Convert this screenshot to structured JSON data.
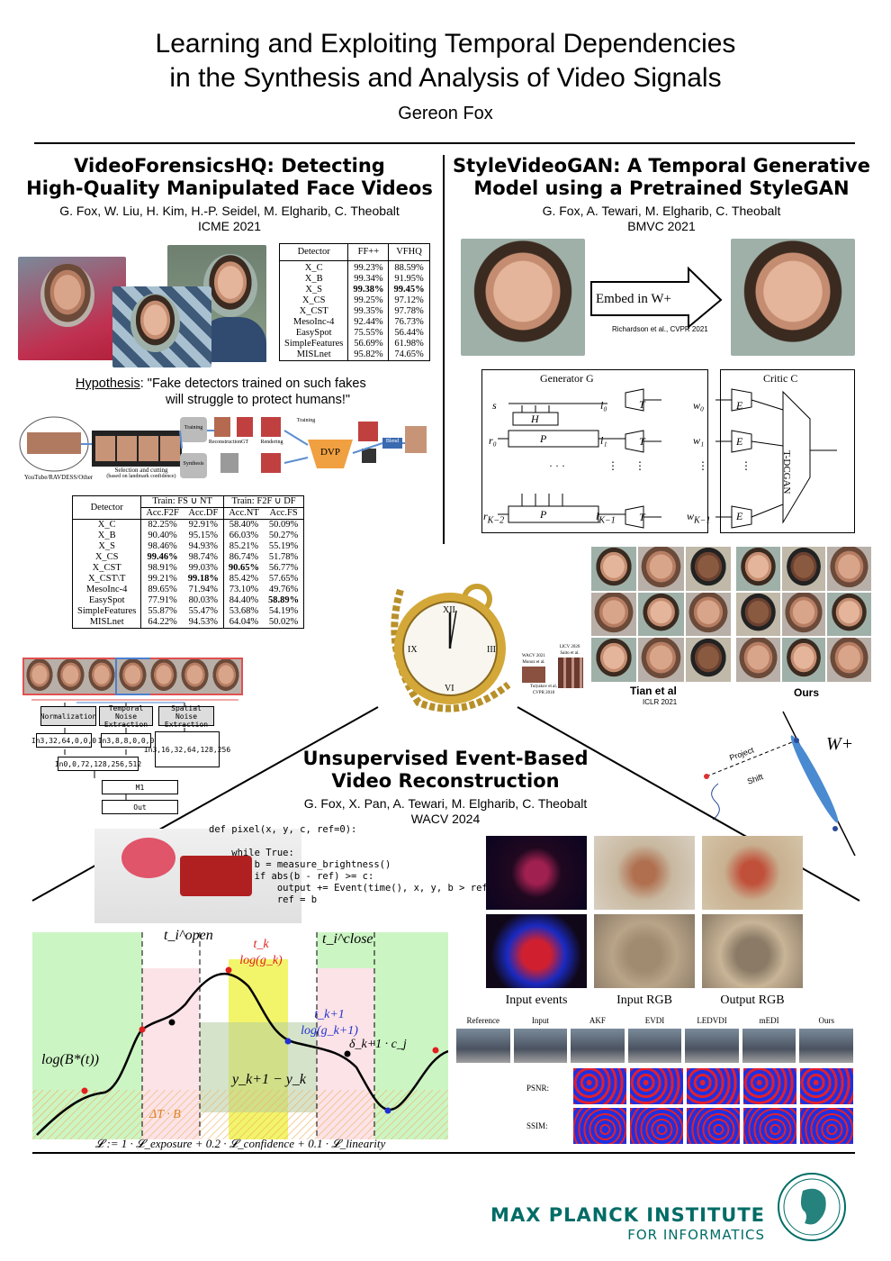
{
  "poster": {
    "title_line1": "Learning and Exploiting Temporal Dependencies",
    "title_line2": "in the Synthesis and Analysis of Video Signals",
    "author": "Gereon Fox"
  },
  "vfhq": {
    "title_line1": "VideoForensicsHQ: Detecting",
    "title_line2": "High-Quality Manipulated Face Videos",
    "authors": "G. Fox, W. Liu, H. Kim, H.-P. Seidel, M. Elgharib, C. Theobalt",
    "venue": "ICME 2021",
    "hypothesis_label": "Hypothesis",
    "hypothesis_line1": ": \"Fake detectors trained on such fakes",
    "hypothesis_line2": "will struggle to protect humans!\"",
    "table1": {
      "headers": [
        "Detector",
        "FF++",
        "VFHQ"
      ],
      "rows": [
        [
          "X_C",
          "99.23%",
          "88.59%"
        ],
        [
          "X_B",
          "99.34%",
          "91.95%"
        ],
        [
          "X_S",
          "99.38%",
          "99.45%"
        ],
        [
          "X_CS",
          "99.25%",
          "97.12%"
        ],
        [
          "X_CST",
          "99.35%",
          "97.78%"
        ],
        [
          "MesoInc-4",
          "92.44%",
          "76.73%"
        ],
        [
          "EasySpot",
          "75.55%",
          "56.44%"
        ],
        [
          "SimpleFeatures",
          "56.69%",
          "61.98%"
        ],
        [
          "MISLnet",
          "95.82%",
          "74.65%"
        ]
      ]
    },
    "table2": {
      "header_detector": "Detector",
      "group1": "Train: FS ∪ NT",
      "group2": "Train: F2F ∪ DF",
      "cols": [
        "Acc.F2F",
        "Acc.DF",
        "Acc.NT",
        "Acc.FS"
      ],
      "rows": [
        [
          "X_C",
          "82.25%",
          "92.91%",
          "58.40%",
          "50.09%"
        ],
        [
          "X_B",
          "90.40%",
          "95.15%",
          "66.03%",
          "50.27%"
        ],
        [
          "X_S",
          "98.46%",
          "94.93%",
          "85.21%",
          "55.19%"
        ],
        [
          "X_CS",
          "99.46%",
          "98.74%",
          "86.74%",
          "51.78%"
        ],
        [
          "X_CST",
          "98.91%",
          "99.03%",
          "90.65%",
          "56.77%"
        ],
        [
          "X_CST\\T",
          "99.21%",
          "99.18%",
          "85.42%",
          "57.65%"
        ],
        [
          "MesoInc-4",
          "89.65%",
          "71.94%",
          "73.10%",
          "49.76%"
        ],
        [
          "EasySpot",
          "77.91%",
          "80.03%",
          "84.40%",
          "58.89%"
        ],
        [
          "SimpleFeatures",
          "55.87%",
          "55.47%",
          "53.68%",
          "54.19%"
        ],
        [
          "MISLnet",
          "64.22%",
          "94.53%",
          "64.04%",
          "50.02%"
        ]
      ]
    },
    "pipeline": {
      "source": "YouTube/RAVDESS/Other",
      "selection": "Selection and cutting",
      "selection_sub": "(based on landmark confidence)",
      "training": "Training",
      "synthesis": "Synthesis",
      "reconstruction": "Reconstruction",
      "gt": "GT",
      "rendering": "Rendering",
      "training2": "Training",
      "dvp": "DVP",
      "blend": "Blend"
    },
    "arch": {
      "normalization": "Normalization",
      "temporal": "Temporal Noise Extraction",
      "spatial": "Spatial Noise Extraction",
      "in1": "In3,32,64,0,0,0",
      "in2": "In3,8,8,0,0,0",
      "in3": "In3,16,32,64,128,256",
      "in4": "In0,0,72,128,256,512",
      "m": "M1",
      "out": "Out"
    }
  },
  "stylevideogan": {
    "title_line1": "StyleVideoGAN: A Temporal Generative",
    "title_line2": "Model using a Pretrained StyleGAN",
    "authors": "G. Fox, A. Tewari, M. Elgharib, C. Theobalt",
    "venue": "BMVC 2021",
    "embed_label": "Embed in W+",
    "embed_ref": "Richardson et al., CVPR 2021",
    "generator_label": "Generator G",
    "critic_label": "Critic C",
    "tdcgan": "T-DCGAN",
    "tian_label": "Tian et al",
    "tian_venue": "ICLR 2021",
    "ours_label": "Ours",
    "wplus": "W+",
    "project": "Project",
    "shift": "Shift",
    "ref_wacv": "WACV 2021",
    "ref_munoz": "Munoz et al.",
    "ref_iccv": "LICV 2020",
    "ref_saito": "Saito et al.",
    "ref_tulyakov": "Tulyakov et al.",
    "ref_cvpr": "CVPR 2018"
  },
  "event": {
    "title_line1": "Unsupervised Event-Based",
    "title_line2": "Video Reconstruction",
    "authors": "G. Fox, X. Pan, A. Tewari, M. Elgharib, C. Theobalt",
    "venue": "WACV 2024",
    "code": [
      "def pixel(x, y, c, ref=0):",
      "",
      "    while True:",
      "        b = measure_brightness()",
      "        if abs(b - ref) >= c:",
      "            output += Event(time(), x, y, b > ref)",
      "            ref = b"
    ],
    "captions": [
      "Input events",
      "Input RGB",
      "Output RGB"
    ],
    "compare_cols": [
      "Reference",
      "Input",
      "AKF",
      "EVDI",
      "LEDVDI",
      "mEDI",
      "Ours"
    ],
    "row_psnr": "PSNR:",
    "row_ssim": "SSIM:",
    "plot": {
      "t_open": "t_i^open",
      "t_close": "t_i^close",
      "tk": "t_k",
      "log_gk": "log(g_k)",
      "tk1": "t_k+1",
      "log_gk1": "log(g_k+1)",
      "logB": "log(B*(t))",
      "ydiff": "y_k+1 − y_k",
      "delta": "δ_k+1 · c_j",
      "dtb": "ΔT · B",
      "loss": "𝓛 := 1 · 𝓛_exposure + 0.2 · 𝓛_confidence + 0.1 · 𝓛_linearity"
    }
  },
  "institute": {
    "name": "MAX PLANCK INSTITUTE",
    "sub": "FOR INFORMATICS",
    "color": "#006c66"
  }
}
